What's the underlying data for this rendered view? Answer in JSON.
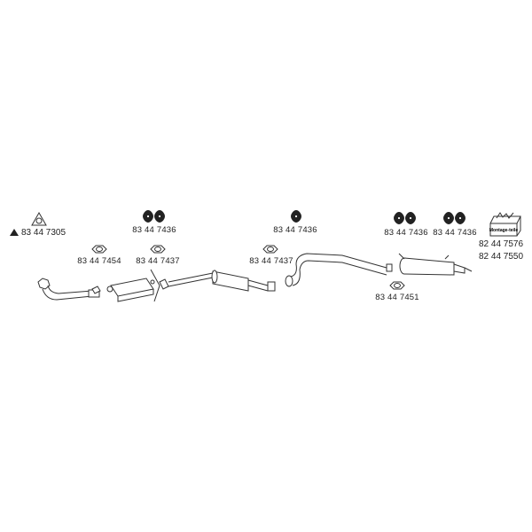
{
  "parts": {
    "triangle_gasket": "83 44 7305",
    "hanger_1": "83 44 7436",
    "gasket_front": "83 44 7454",
    "gasket_cat": "83 44 7437",
    "hanger_2": "83 44 7436",
    "gasket_mid": "83 44 7437",
    "hanger_3": "83 44 7436",
    "hanger_4": "83 44 7436",
    "mounting_kit_1": "82 44 7576",
    "mounting_kit_2": "82 44 7550",
    "gasket_rear": "83 44 7451"
  },
  "mounting_box_text": "Montage-teile",
  "colors": {
    "line": "#333333",
    "hanger": "#222222"
  }
}
